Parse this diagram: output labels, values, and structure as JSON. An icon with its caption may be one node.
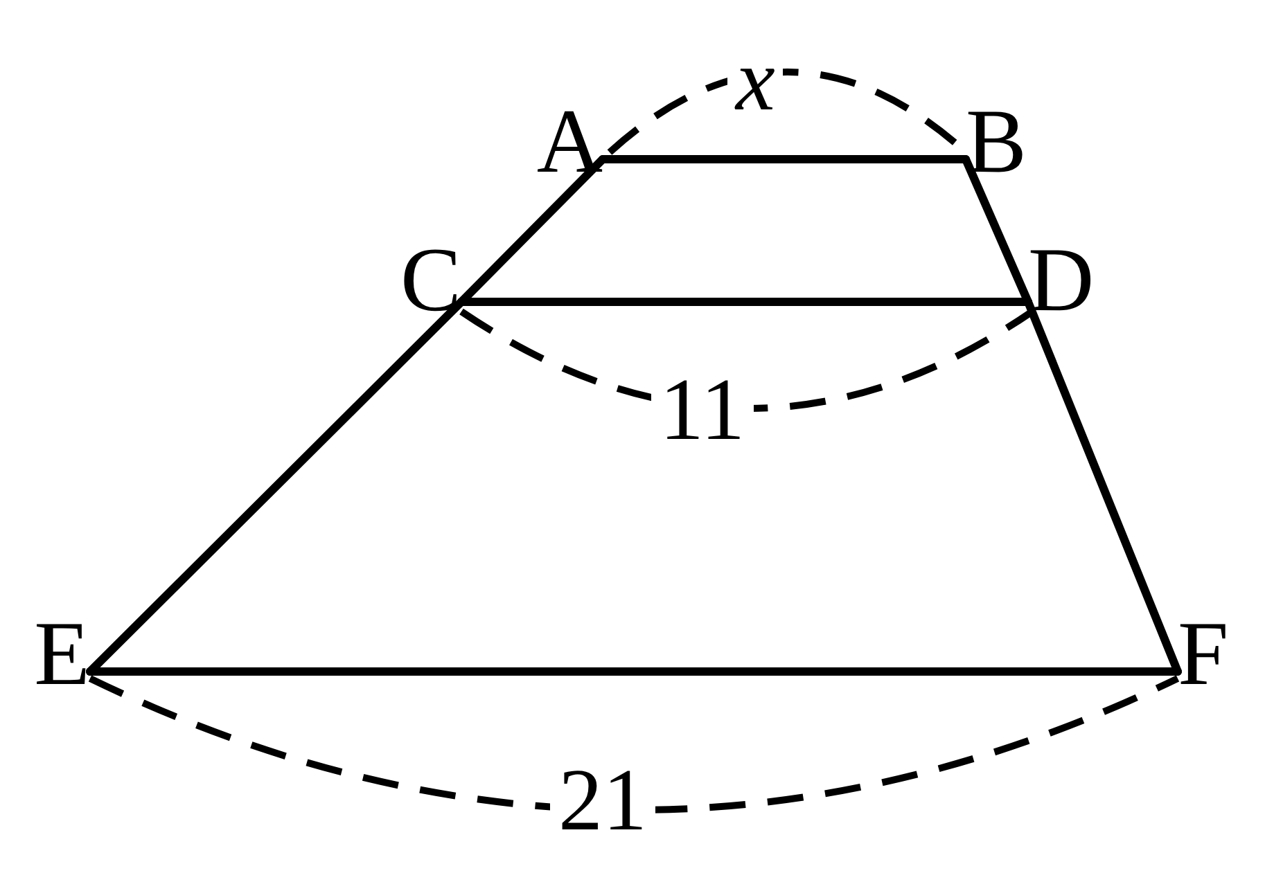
{
  "diagram": {
    "nodes": [
      {
        "text": [
          "A"
        ]
      },
      {
        "text": [
          "B"
        ]
      },
      {
        "text": [
          "C"
        ]
      },
      {
        "text": [
          "D"
        ]
      },
      {
        "text": [
          "E"
        ]
      },
      {
        "text": [
          "F"
        ]
      }
    ],
    "edges": [
      {
        "from": 0,
        "to": 1,
        "arrow": "none"
      },
      {
        "from": 2,
        "to": 3,
        "arrow": "none"
      },
      {
        "from": 4,
        "to": 5,
        "arrow": "none"
      },
      {
        "from": 0,
        "to": 2,
        "arrow": "none"
      },
      {
        "from": 2,
        "to": 4,
        "arrow": "none"
      },
      {
        "from": 1,
        "to": 3,
        "arrow": "none"
      },
      {
        "from": 3,
        "to": 5,
        "arrow": "none"
      }
    ],
    "labels": [
      "x",
      "11",
      "21"
    ]
  }
}
